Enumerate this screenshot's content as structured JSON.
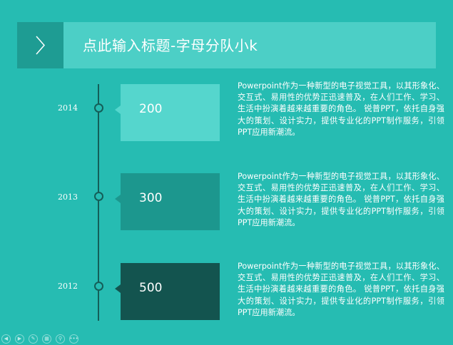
{
  "slide": {
    "title": "点此输入标题-字母分队小k",
    "colors": {
      "background": "#26bcb2",
      "header_bar": "#4ccfc6",
      "header_arrow_box": "#1e9c93",
      "timeline": "#145e58"
    },
    "timeline": [
      {
        "year": "2014",
        "value": "200",
        "box_color": "#55d6cd",
        "description": "Powerpoint作为一种新型的电子视觉工具，以其形象化、交互式、易用性的优势正迅速普及，在人们工作、学习、生活中扮演着越来越重要的角色。 锐普PPT，依托自身强大的策划、设计实力，提供专业化的PPT制作服务，引领PPT应用新潮流。"
      },
      {
        "year": "2013",
        "value": "300",
        "box_color": "#1c978e",
        "description": "Powerpoint作为一种新型的电子视觉工具，以其形象化、交互式、易用性的优势正迅速普及，在人们工作、学习、生活中扮演着越来越重要的角色。 锐普PPT，依托自身强大的策划、设计实力，提供专业化的PPT制作服务，引领PPT应用新潮流。"
      },
      {
        "year": "2012",
        "value": "500",
        "box_color": "#13544f",
        "description": "Powerpoint作为一种新型的电子视觉工具，以其形象化、交互式、易用性的优势正迅速普及，在人们工作、学习、生活中扮演着越来越重要的角色。 锐普PPT，依托自身强大的策划、设计实力，提供专业化的PPT制作服务，引领PPT应用新潮流。"
      }
    ]
  },
  "controls": [
    {
      "name": "prev-slide-icon",
      "glyph": "◀"
    },
    {
      "name": "next-slide-icon",
      "glyph": "▶"
    },
    {
      "name": "pen-icon",
      "glyph": "✎"
    },
    {
      "name": "slides-grid-icon",
      "glyph": "▦"
    },
    {
      "name": "zoom-icon",
      "glyph": "⚲"
    },
    {
      "name": "more-options-icon",
      "glyph": "•••"
    }
  ]
}
